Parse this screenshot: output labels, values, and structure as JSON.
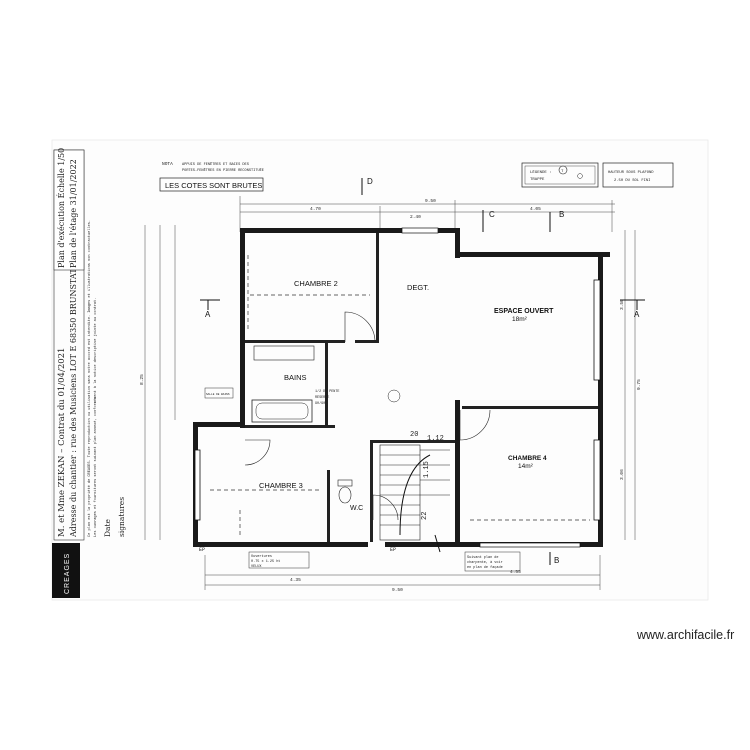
{
  "rooms": {
    "chambre2": "CHAMBRE 2",
    "degt": "DEGT.",
    "espace_ouvert": "ESPACE OUVERT",
    "espace_ouvert_area": "18m²",
    "bains": "BAINS",
    "chambre3": "CHAMBRE 3",
    "chambre4": "CHAMBRE 4",
    "chambre4_area": "14m²",
    "wc": "W.C"
  },
  "notes": {
    "cotes": "LES COTES SONT BRUTES",
    "nota_label": "NOTA",
    "nota_line1": "APPUIS DE FENÊTRES ET BAIES DES",
    "nota_line2": "PORTES-FENÊTRES EN PIERRE RECONSTITUÉE",
    "legende_line1": "LÉGENDE :",
    "legende_line2": "TRAPPE",
    "hauteur_line1": "HAUTEUR SOUS PLAFOND",
    "hauteur_line2": "2.50 DU SOL FINI",
    "bottom_note_line1": "Suivant plan de",
    "bottom_note_line2": "charpente, à voir",
    "bottom_note_line3": "en plan de façade",
    "bottom_left_line1": "Ouvertures",
    "bottom_left_line2": "0.75 x 1.25 ht",
    "bottom_left_line3": "VELUX",
    "sous_sol_line1": "1/2 DE PENTE",
    "sous_sol_line2": "RÉSERVE",
    "sous_sol_line3": "90/90",
    "small_tag": "SALLE DE BAINS"
  },
  "title_block": {
    "client": "M. et Mme ZEKAN – Contrat du 01/04/2021",
    "address": "Adresse du chantier : rue des Musiciens LOT E 68350 BRUNSTATT",
    "plan_execution": "Plan d'exécution Échelle 1/50",
    "plan_etage": "Plan de l'étage 31/01/2022",
    "copyright_line1": "Ce plan est la propriété de CREAGES. Toute reproduction ou utilisation sans notre accord est interdite. Images et illustrations non contractuelles.",
    "copyright_line2": "Les ouvrages et fournitures seront suivant plan annexé, conformément à la notice descriptive jointe au contrat.",
    "date_label": "Date",
    "signatures_label": "signatures",
    "brand": "CREAGES"
  },
  "section_markers": [
    "A",
    "A",
    "B",
    "B",
    "C",
    "C",
    "D",
    "D"
  ],
  "dimensions": {
    "top_total": "9.50",
    "top_left": "4.70",
    "top_mid": "2.40",
    "top_right": "4.05",
    "bottom_total": "9.50",
    "bottom_left": "4.35",
    "bottom_right": "4.55",
    "right_total": "9.75",
    "right_top": "3.50",
    "right_bottom": "3.06",
    "left_total": "8.25",
    "stair_a": "1.12",
    "stair_b": "20",
    "stair_c": "22",
    "stair_d": "1.15",
    "ep": "EP"
  },
  "watermark": "www.archifacile.fr"
}
